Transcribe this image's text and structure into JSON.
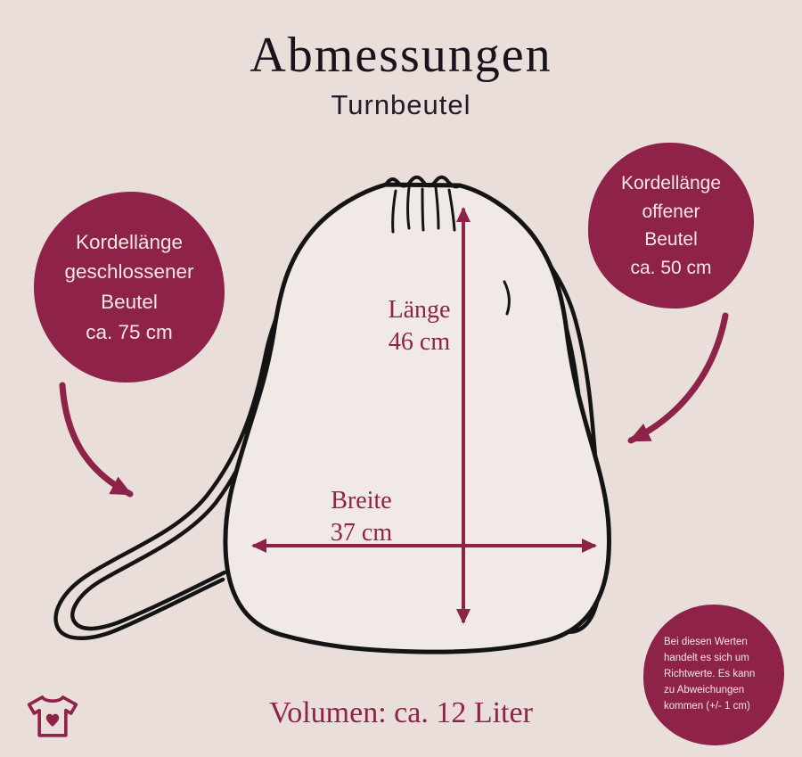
{
  "title": "Abmessungen",
  "subtitle": "Turnbeutel",
  "volume_text": "Volumen: ca. 12 Liter",
  "measurements": {
    "length_label": "Länge",
    "length_value": "46 cm",
    "width_label": "Breite",
    "width_value": "37 cm"
  },
  "badge_left": {
    "line1": "Kordellänge",
    "line2": "geschlossener",
    "line3": "Beutel",
    "line4": "ca. 75 cm"
  },
  "badge_right": {
    "line1": "Kordellänge",
    "line2": "offener",
    "line3": "Beutel",
    "line4": "ca. 50 cm"
  },
  "disclaimer": {
    "line1": "Bei diesen Werten",
    "line2": "handelt es sich um",
    "line3": "Richtwerte. Es kann",
    "line4": "zu Abweichungen",
    "line5": "kommen (+/- 1 cm)"
  },
  "colors": {
    "background": "#e9ded9",
    "accent": "#8e2248",
    "ink": "#18131d"
  }
}
